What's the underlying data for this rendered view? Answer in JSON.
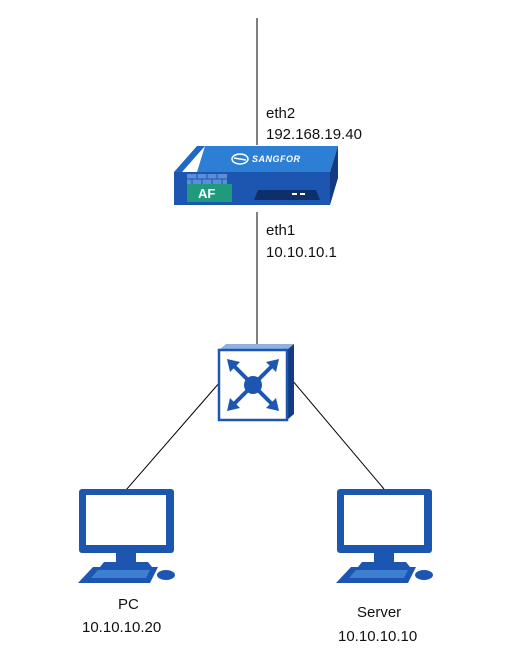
{
  "firewall": {
    "brand": "SANGFOR",
    "badge": "AF",
    "eth2": {
      "name": "eth2",
      "ip": "192.168.19.40"
    },
    "eth1": {
      "name": "eth1",
      "ip": "10.10.10.1"
    }
  },
  "pc": {
    "name": "PC",
    "ip": "10.10.10.20"
  },
  "server": {
    "name": "Server",
    "ip": "10.10.10.10"
  },
  "colors": {
    "device_blue": "#1c56b0",
    "device_dark": "#123b82",
    "badge_green": "#1f9a7c",
    "screen_white": "#ffffff",
    "link": "#000000"
  }
}
